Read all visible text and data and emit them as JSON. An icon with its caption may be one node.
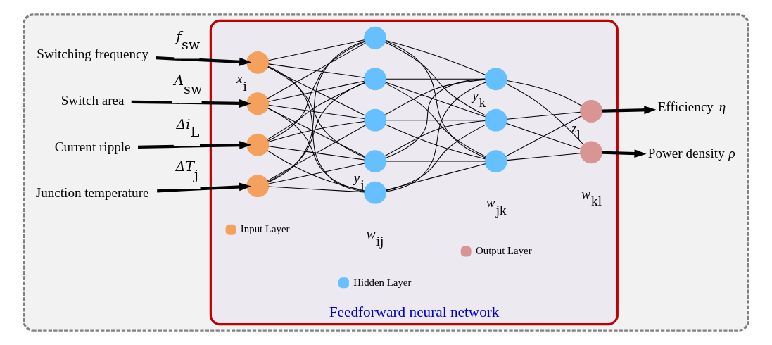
{
  "diagram": {
    "nodes": [
      {
        "text": [],
        "shape": "box"
      },
      {
        "text": [
          "Feedforward neural network"
        ],
        "in": 0
      },
      {
        "text": [
          "Switching frequency"
        ],
        "in": 0
      },
      {
        "text": [
          "Switch area"
        ],
        "in": 0
      },
      {
        "text": [
          "Current ripple"
        ],
        "in": 0
      },
      {
        "text": [
          "Junction temperature"
        ],
        "in": 0
      },
      {
        "text": [],
        "shape": "circle",
        "in": 1,
        "beside": [
          "*x*$_{i}$"
        ]
      },
      {
        "text": [],
        "shape": "circle",
        "in": 1
      },
      {
        "text": [],
        "shape": "circle",
        "in": 1
      },
      {
        "text": [],
        "shape": "circle",
        "in": 1
      },
      {
        "text": [],
        "shape": "circle",
        "in": 1,
        "beside": [
          "*y*$_{j}$"
        ]
      },
      {
        "text": [],
        "shape": "circle",
        "in": 1
      },
      {
        "text": [],
        "shape": "circle",
        "in": 1
      },
      {
        "text": [],
        "shape": "circle",
        "in": 1
      },
      {
        "text": [],
        "shape": "circle",
        "in": 1
      },
      {
        "text": [],
        "shape": "circle",
        "in": 1,
        "beside": [
          "*y*$_{k}$"
        ]
      },
      {
        "text": [],
        "shape": "circle",
        "in": 1
      },
      {
        "text": [],
        "shape": "circle",
        "in": 1
      },
      {
        "text": [],
        "shape": "circle",
        "in": 1,
        "beside": [
          "*z*$_{l}$"
        ]
      },
      {
        "text": [],
        "shape": "circle",
        "in": 1
      },
      {
        "text": [
          "Efficiency *η*"
        ],
        "in": 0
      },
      {
        "text": [
          "Power density *ρ*"
        ],
        "in": 0
      }
    ],
    "edges": [
      {
        "from": 2,
        "to": 6,
        "arrow": "to",
        "style": "thick",
        "label": "*f*$_{sw}$"
      },
      {
        "from": 3,
        "to": 7,
        "arrow": "to",
        "style": "thick",
        "label": "*A*$_{sw}$"
      },
      {
        "from": 4,
        "to": 8,
        "arrow": "to",
        "style": "thick",
        "label": "*Δi*$_{L}$"
      },
      {
        "from": 5,
        "to": 9,
        "arrow": "to",
        "style": "thick",
        "label": "*ΔT*$_{j}$"
      },
      {
        "from": 6,
        "to": 10,
        "arrow": "none"
      },
      {
        "from": 6,
        "to": 11,
        "arrow": "none"
      },
      {
        "from": 6,
        "to": 12,
        "arrow": "none"
      },
      {
        "from": 6,
        "to": 13,
        "arrow": "none"
      },
      {
        "from": 6,
        "to": 14,
        "arrow": "none"
      },
      {
        "from": 7,
        "to": 10,
        "arrow": "none"
      },
      {
        "from": 7,
        "to": 11,
        "arrow": "none"
      },
      {
        "from": 7,
        "to": 12,
        "arrow": "none"
      },
      {
        "from": 7,
        "to": 13,
        "arrow": "none"
      },
      {
        "from": 7,
        "to": 14,
        "arrow": "none"
      },
      {
        "from": 8,
        "to": 10,
        "arrow": "none"
      },
      {
        "from": 8,
        "to": 11,
        "arrow": "none"
      },
      {
        "from": 8,
        "to": 12,
        "arrow": "none"
      },
      {
        "from": 8,
        "to": 13,
        "arrow": "none"
      },
      {
        "from": 8,
        "to": 14,
        "arrow": "none"
      },
      {
        "from": 9,
        "to": 10,
        "arrow": "none"
      },
      {
        "from": 9,
        "to": 11,
        "arrow": "none"
      },
      {
        "from": 9,
        "to": 12,
        "arrow": "none"
      },
      {
        "from": 9,
        "to": 13,
        "arrow": "none"
      },
      {
        "from": 9,
        "to": 14,
        "arrow": "none"
      },
      {
        "from": 10,
        "to": 15,
        "arrow": "none"
      },
      {
        "from": 10,
        "to": 16,
        "arrow": "none"
      },
      {
        "from": 10,
        "to": 17,
        "arrow": "none"
      },
      {
        "from": 11,
        "to": 15,
        "arrow": "none"
      },
      {
        "from": 11,
        "to": 16,
        "arrow": "none"
      },
      {
        "from": 11,
        "to": 17,
        "arrow": "none"
      },
      {
        "from": 12,
        "to": 15,
        "arrow": "none"
      },
      {
        "from": 12,
        "to": 16,
        "arrow": "none"
      },
      {
        "from": 12,
        "to": 17,
        "arrow": "none"
      },
      {
        "from": 13,
        "to": 15,
        "arrow": "none"
      },
      {
        "from": 13,
        "to": 16,
        "arrow": "none"
      },
      {
        "from": 13,
        "to": 17,
        "arrow": "none"
      },
      {
        "from": 14,
        "to": 15,
        "arrow": "none"
      },
      {
        "from": 14,
        "to": 16,
        "arrow": "none"
      },
      {
        "from": 14,
        "to": 17,
        "arrow": "none"
      },
      {
        "from": 15,
        "to": 18,
        "arrow": "none"
      },
      {
        "from": 15,
        "to": 19,
        "arrow": "none"
      },
      {
        "from": 16,
        "to": 18,
        "arrow": "none"
      },
      {
        "from": 16,
        "to": 19,
        "arrow": "none"
      },
      {
        "from": 17,
        "to": 18,
        "arrow": "none"
      },
      {
        "from": 17,
        "to": 19,
        "arrow": "none"
      },
      {
        "from": 18,
        "to": 20,
        "arrow": "to",
        "style": "thick"
      },
      {
        "from": 19,
        "to": 21,
        "arrow": "to",
        "style": "thick"
      }
    ],
    "labels": [
      "*w*$_{ij}$",
      "*w*$_{jk}$",
      "*w*$_{kl}$"
    ],
    "legend": [
      {
        "text": "Input Layer",
        "color": "#f4a15d"
      },
      {
        "text": "Hidden Layer",
        "color": "#66bfff"
      },
      {
        "text": "Output Layer",
        "color": "#d99593"
      }
    ]
  }
}
